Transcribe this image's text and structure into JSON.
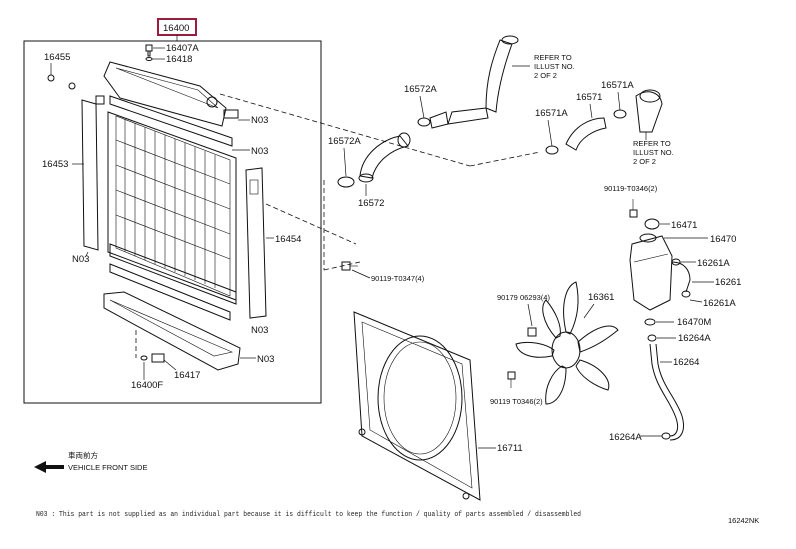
{
  "diagram_code": "16242NK",
  "callouts": {
    "p16400": "16400",
    "p16407A": "16407A",
    "p16418": "16418",
    "p16455": "16455",
    "p16453": "16453",
    "n03_a": "N03",
    "n03_b": "N03",
    "n03_c": "N03",
    "n03_d": "N03",
    "n03_e": "N03",
    "p16454": "16454",
    "p16417": "16417",
    "p16400F": "16400F",
    "p16572A_top": "16572A",
    "p16572A_mid": "16572A",
    "p16572": "16572",
    "p16571A_top": "16571A",
    "p16571A_mid": "16571A",
    "p16571": "16571",
    "p16471": "16471",
    "p16470": "16470",
    "p16261A_top": "16261A",
    "p16261": "16261",
    "p16261A_bot": "16261A",
    "p16470M": "16470M",
    "p16264A_top": "16264A",
    "p16264": "16264",
    "p16264A_bot": "16264A",
    "p16361": "16361",
    "p16711": "16711",
    "bolt_90119_T0346_top": "90119-T0346(2)",
    "bolt_90119_T0347": "90119-T0347(4)",
    "bolt_90179_06293": "90179 06293(4)",
    "bolt_90119_T0346_bot": "90119 T0346(2)"
  },
  "refer_notes": {
    "refer_a_line1": "REFER TO",
    "refer_a_line2": "ILLUST NO.",
    "refer_a_line3": "2 OF 2",
    "refer_b_line1": "REFER TO",
    "refer_b_line2": "ILLUST NO.",
    "refer_b_line3": "2 OF 2"
  },
  "direction": {
    "japanese": "車両前方",
    "english": "VEHICLE FRONT SIDE"
  },
  "footnote": "N03 : This part is not supplied as an individual part because it is difficult to keep the function / quality of parts assembled / disassembled"
}
